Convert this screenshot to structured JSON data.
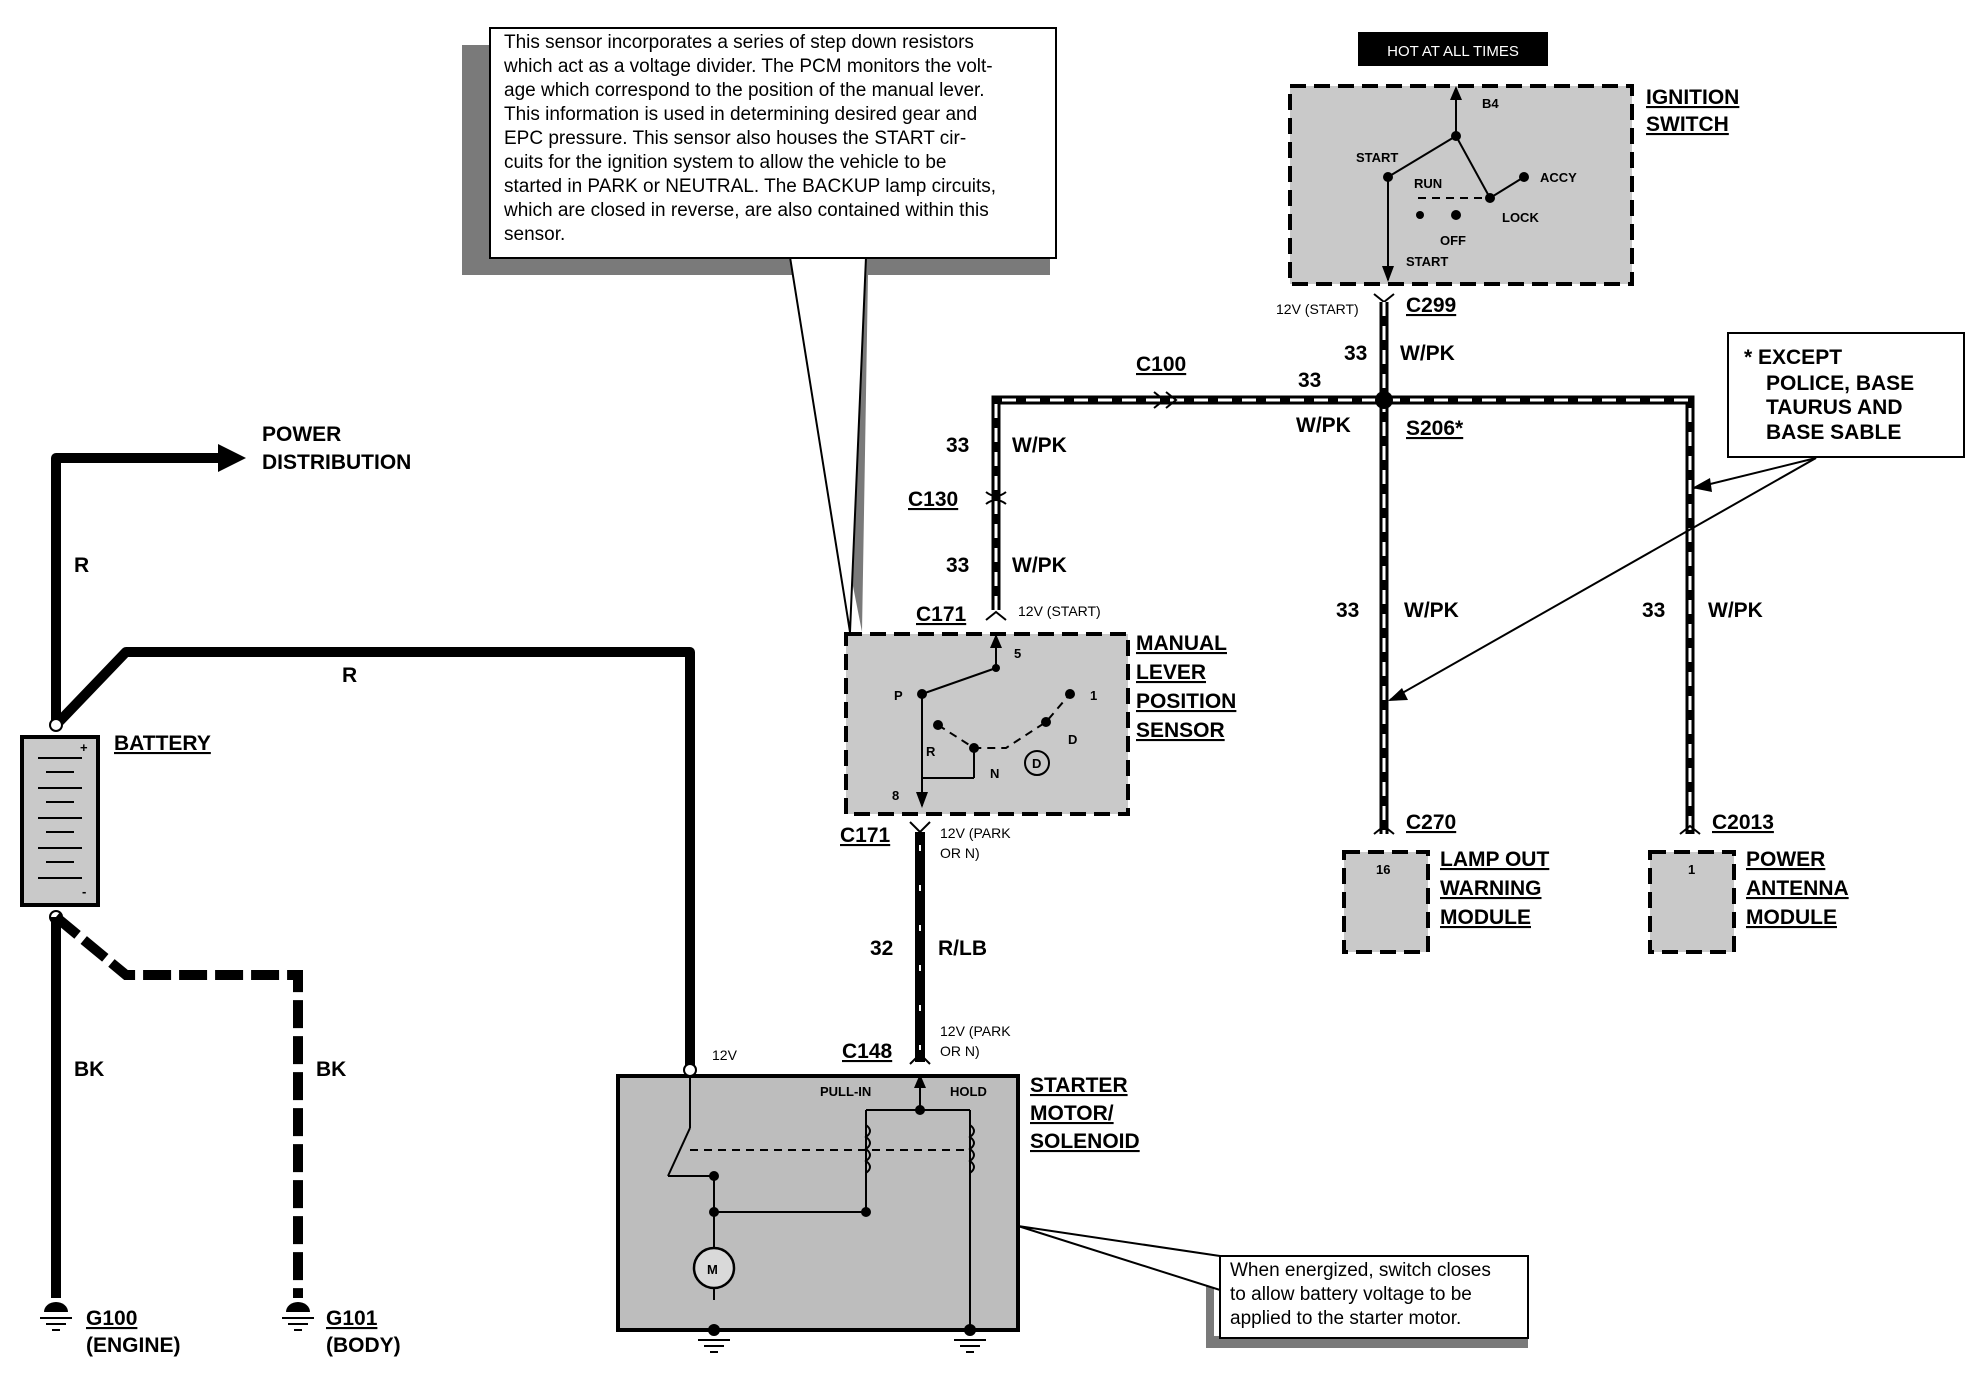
{
  "power_distribution": [
    "POWER",
    "DISTRIBUTION"
  ],
  "battery": {
    "label": "BATTERY",
    "plus": "+",
    "minus": "-"
  },
  "wire_colors": {
    "r": "R",
    "bk": "BK",
    "wpk": "W/PK",
    "rlb": "R/LB"
  },
  "circuits": {
    "c33": "33",
    "c32": "32"
  },
  "grounds": {
    "g100": {
      "id": "G100",
      "desc": "(ENGINE)"
    },
    "g101": {
      "id": "G101",
      "desc": "(BODY)"
    }
  },
  "connectors": {
    "c299": "C299",
    "c100": "C100",
    "s206": "S206*",
    "c130": "C130",
    "c171": "C171",
    "c148": "C148",
    "c270": "C270",
    "c2013": "C2013"
  },
  "voltages": {
    "v12start": "12V (START)",
    "v12park_a": "12V (PARK",
    "v12park_b": "OR N)",
    "v12": "12V"
  },
  "hot_label": "HOT AT ALL TIMES",
  "ignition": {
    "title": [
      "IGNITION",
      "SWITCH"
    ],
    "positions": {
      "b4": "B4",
      "start": "START",
      "run": "RUN",
      "accy": "ACCY",
      "lock": "LOCK",
      "off": "OFF",
      "start2": "START"
    }
  },
  "sensor": {
    "title": [
      "MANUAL",
      "LEVER",
      "POSITION",
      "SENSOR"
    ],
    "pins": {
      "p": "P",
      "r": "R",
      "n": "N",
      "d": "D",
      "od": "D",
      "one": "1",
      "five": "5",
      "eight": "8"
    }
  },
  "starter": {
    "title": [
      "STARTER",
      "MOTOR/",
      "SOLENOID"
    ],
    "pull_in": "PULL-IN",
    "hold": "HOLD",
    "motor": "M"
  },
  "lamp_module": {
    "title": [
      "LAMP OUT",
      "WARNING",
      "MODULE"
    ],
    "pin": "16"
  },
  "antenna_module": {
    "title": [
      "POWER",
      "ANTENNA",
      "MODULE"
    ],
    "pin": "1"
  },
  "except_note": [
    "* EXCEPT",
    "POLICE, BASE",
    "TAURUS AND",
    "BASE SABLE"
  ],
  "sensor_note": [
    "This sensor incorporates a series of step down resistors",
    "which act as a voltage divider. The PCM monitors the volt-",
    "age which correspond to the position of the manual lever.",
    "This information is used in determining desired gear and",
    "EPC pressure. This sensor also houses the START cir-",
    "cuits for the ignition system to allow the vehicle to be",
    "started in PARK or NEUTRAL. The BACKUP lamp circuits,",
    "which are closed in reverse, are also contained within this",
    "sensor."
  ],
  "starter_note": [
    "When energized, switch closes",
    "to allow battery voltage to be",
    "applied to the starter motor."
  ]
}
